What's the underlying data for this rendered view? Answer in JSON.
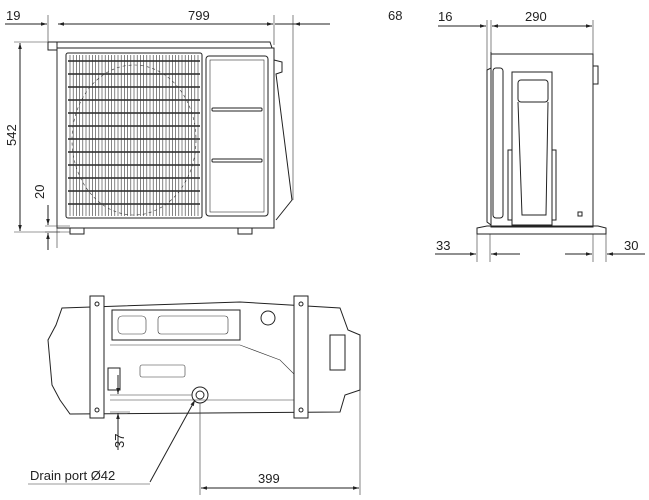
{
  "title": "Outdoor unit dimension drawing",
  "front_view": {
    "dim_width": "799",
    "dim_left_offset": "19",
    "dim_right_offset": "68",
    "dim_height": "542",
    "dim_foot_height": "20"
  },
  "side_view": {
    "dim_depth": "290",
    "dim_left_offset": "16",
    "dim_base_left": "33",
    "dim_base_right": "30"
  },
  "bottom_view": {
    "dim_drain_offset": "37",
    "dim_drain_position": "399",
    "drain_label": "Drain port Ø42"
  }
}
